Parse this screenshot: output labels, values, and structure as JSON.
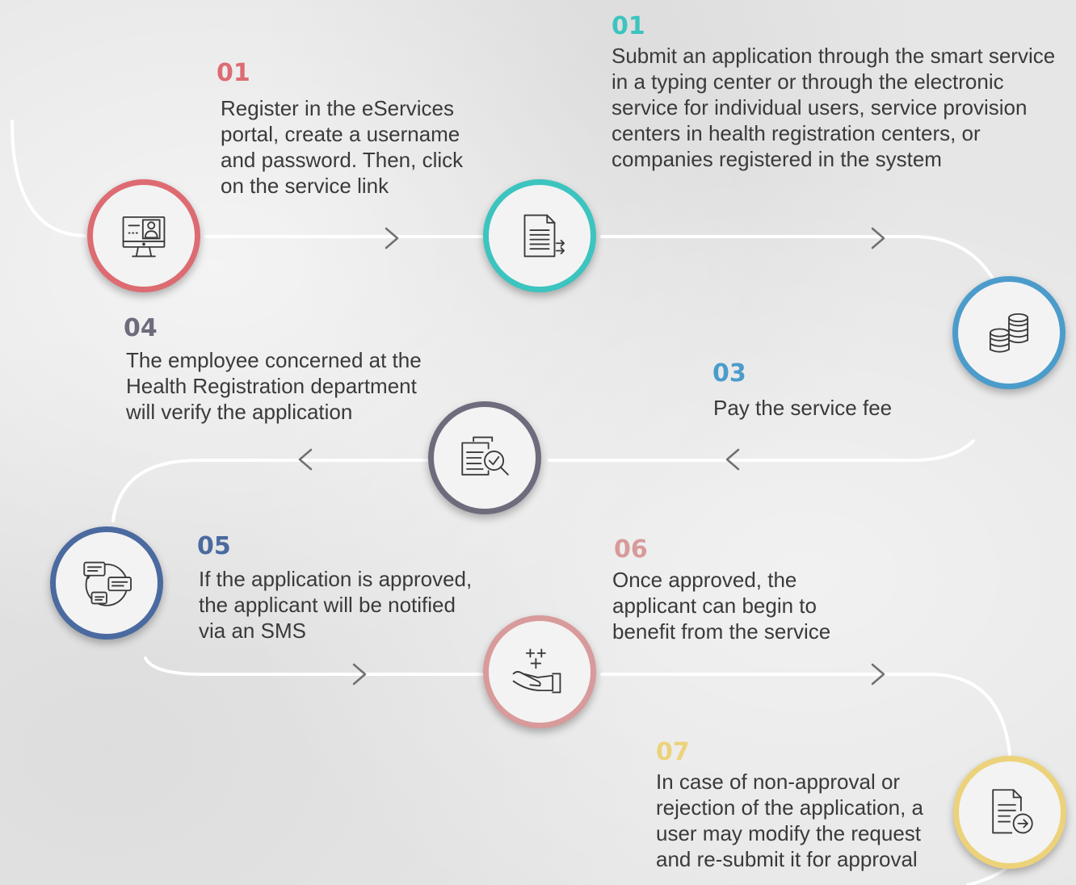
{
  "colors": {
    "red": "#dd6b72",
    "teal": "#3cc4bf",
    "blue": "#4b9ccb",
    "gray": "#6e6c7c",
    "navy": "#4a6aa0",
    "rose": "#d89a9a",
    "gold": "#ecd27a"
  },
  "steps": [
    {
      "number": "01",
      "text": "Register in the eServices portal, create a username and password. Then, click on the service link",
      "icon": "computer-user-icon"
    },
    {
      "number": "01",
      "text": "Submit an application through the smart service in a typing center or through the electronic service for individual users, service provision centers in health registration centers, or companies registered in the system",
      "icon": "document-submit-icon"
    },
    {
      "number": "03",
      "text": "Pay the service fee",
      "icon": "coins-icon"
    },
    {
      "number": "04",
      "text": "The employee concerned at the Health Registration department will verify the application",
      "icon": "document-search-icon"
    },
    {
      "number": "05",
      "text": "If the application is approved, the applicant will be notified via an SMS",
      "icon": "chat-globe-icon"
    },
    {
      "number": "06",
      "text": "Once approved, the applicant can begin to benefit from the service",
      "icon": "hand-benefit-icon"
    },
    {
      "number": "07",
      "text": "In case of non-approval or rejection of the application, a user may modify the request and re-submit it for approval",
      "icon": "document-resubmit-icon"
    }
  ]
}
